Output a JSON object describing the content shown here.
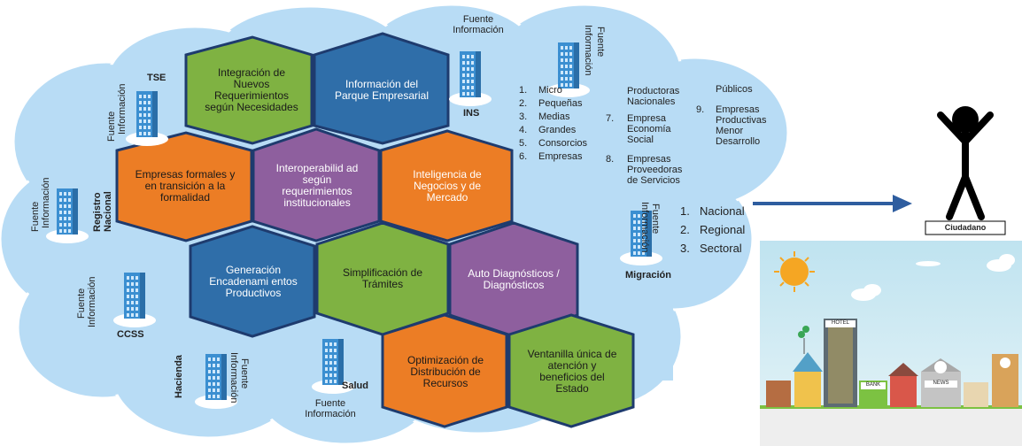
{
  "colors": {
    "cloud": "#b8dcf5",
    "cloud_border": "#ffffff",
    "green": "#7fb242",
    "blue": "#2f6ea9",
    "orange": "#ec7d25",
    "purple": "#8e5f9e",
    "hex_border": "#1e3b6e",
    "arrow": "#2e5d9f"
  },
  "hexagons": [
    {
      "id": "h1",
      "text": "Integración de Nuevos Requerimientos según Necesidades",
      "color": "green"
    },
    {
      "id": "h2",
      "text": "Información del Parque Empresarial",
      "color": "blue"
    },
    {
      "id": "h3",
      "text": "Empresas formales y en transición a la formalidad",
      "color": "orange"
    },
    {
      "id": "h4",
      "text": "Interoperabilid ad según requerimientos institucionales",
      "color": "purple"
    },
    {
      "id": "h5",
      "text": "Inteligencia de Negocios y de Mercado",
      "color": "orange"
    },
    {
      "id": "h6",
      "text": "Generación Encadenami entos Productivos",
      "color": "blue"
    },
    {
      "id": "h7",
      "text": "Simplificación de Trámites",
      "color": "green"
    },
    {
      "id": "h8",
      "text": "Auto Diagnósticos / Diagnósticos",
      "color": "purple"
    },
    {
      "id": "h9",
      "text": "Optimización de Distribución de Recursos",
      "color": "orange"
    },
    {
      "id": "h10",
      "text": "Ventanilla única de atención y beneficios del Estado",
      "color": "green"
    }
  ],
  "sources": {
    "fuente_informacion": "Fuente Información",
    "fuente": "Fuente",
    "informacion": "Información",
    "tse": "TSE",
    "ins": "INS",
    "registro_nacional": "Registro Nacional",
    "ccss": "CCSS",
    "hacienda": "Hacienda",
    "salud": "Salud",
    "migracion": "Migración"
  },
  "list_left": [
    {
      "n": "1.",
      "t": "Micro"
    },
    {
      "n": "2.",
      "t": "Pequeñas"
    },
    {
      "n": "3.",
      "t": "Medias"
    },
    {
      "n": "4.",
      "t": "Grandes"
    },
    {
      "n": "5.",
      "t": "Consorcios"
    },
    {
      "n": "6.",
      "t": "Empresas"
    }
  ],
  "list_mid": {
    "a": "Productoras Nacionales",
    "n7": "7.",
    "b": "Empresa Economía Social",
    "n8": "8.",
    "c": "Empresas Proveedoras de Servicios"
  },
  "list_right": {
    "a": "Públicos",
    "n9": "9.",
    "b": "Empresas Productivas Menor Desarrollo"
  },
  "scope_list": [
    {
      "n": "1.",
      "t": "Nacional"
    },
    {
      "n": "2.",
      "t": "Regional"
    },
    {
      "n": "3.",
      "t": "Sectoral"
    }
  ],
  "citizen_label": "Ciudadano",
  "city": {
    "hotel_sign": "HOTEL",
    "bank_sign": "BANK",
    "store_sign": "NEWS"
  }
}
